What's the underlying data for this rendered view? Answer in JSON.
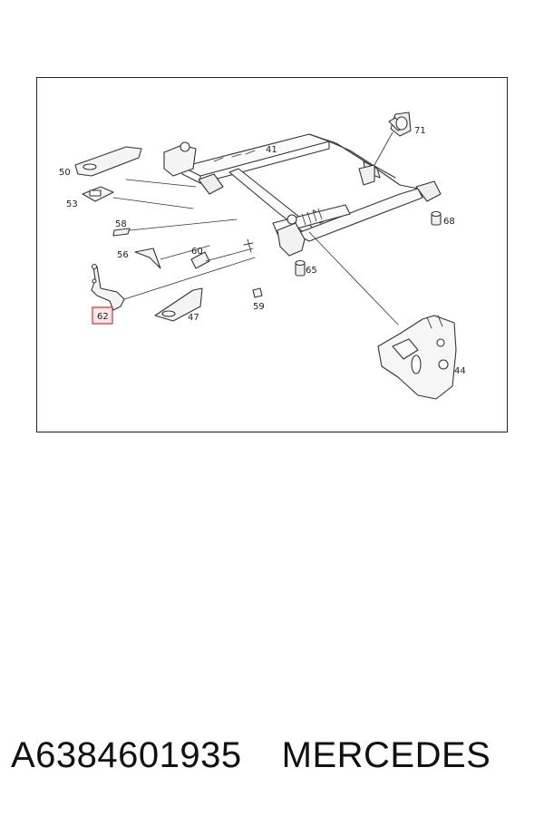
{
  "diagram": {
    "callouts": [
      {
        "id": "41",
        "label": "41"
      },
      {
        "id": "44",
        "label": "44"
      },
      {
        "id": "47",
        "label": "47"
      },
      {
        "id": "50",
        "label": "50"
      },
      {
        "id": "53",
        "label": "53"
      },
      {
        "id": "56",
        "label": "56"
      },
      {
        "id": "58",
        "label": "58"
      },
      {
        "id": "59",
        "label": "59"
      },
      {
        "id": "60",
        "label": "60"
      },
      {
        "id": "62",
        "label": "62",
        "highlighted": true
      },
      {
        "id": "65",
        "label": "65"
      },
      {
        "id": "68",
        "label": "68"
      },
      {
        "id": "71",
        "label": "71"
      }
    ],
    "highlight_color": "#e03030"
  },
  "footer": {
    "part_number": "A6384601935",
    "brand": "MERCEDES"
  }
}
